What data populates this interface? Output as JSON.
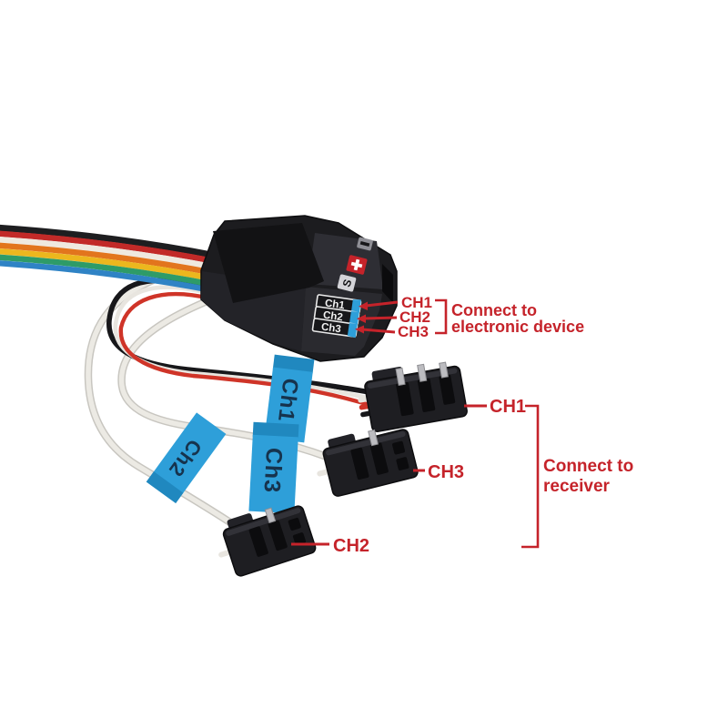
{
  "colors": {
    "annotation_red": "#c5232a",
    "tape_blue": "#2e9fd9",
    "module_black": "#1c1c1f",
    "wire_white": "#ece9e3"
  },
  "module": {
    "markings": [
      "-",
      "+",
      "S"
    ],
    "port_labels": [
      "Ch1",
      "Ch2",
      "Ch3"
    ]
  },
  "tapes": {
    "ch1": "Ch1",
    "ch3": "Ch3",
    "ch2": "Ch2"
  },
  "callouts": {
    "device": {
      "ch1": "CH1",
      "ch2": "CH2",
      "ch3": "CH3",
      "note1": "Connect to",
      "note2": "electronic device"
    },
    "receiver": {
      "ch1": "CH1",
      "ch2": "CH2",
      "ch3": "CH3",
      "note1": "Connect to",
      "note2": "receiver"
    }
  }
}
